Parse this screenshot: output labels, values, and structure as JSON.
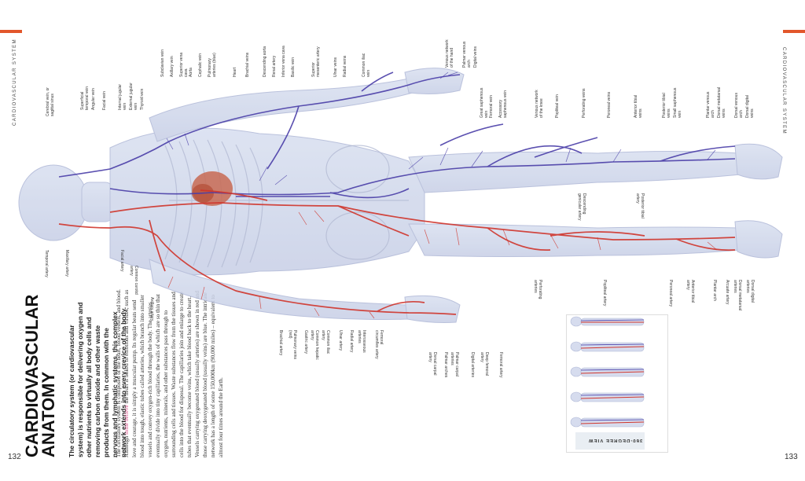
{
  "page": {
    "left_runner": "CARDIOVASCULAR SYSTEM",
    "right_runner": "CARDIOVASCULAR SYSTEM",
    "left_number": "132",
    "right_number": "133",
    "accent_color": "#e2572b"
  },
  "article": {
    "title_line1": "CARDIOVASCULAR",
    "title_line2": "ANATOMY",
    "lead": "The circulatory system (or cardiovascular system) is responsible for delivering oxygen and other nutrients to virtually all body cells and removing carbon dioxide and other waste products from them. In common with the nervous and lymphatic systems, this complex network extends into every crevice of the body.",
    "body_before": "The circulatory system is composed of the heart, blood vessels, and blood. Although ",
    "body_highlight": "some believe",
    "body_after": " the heart is linked to emotions and virtues, such as love and courage, it is simply a muscular pump. Its regular beats send blood into tough, elastic tubes called arteries, which branch into smaller vessels and convey oxygen-rich blood through the body. The arteries eventually divide into tiny capillaries, the walls of which are so thin that oxygen, nutrients, minerals, and other substances pass through to surrounding cells and tissues. Waste substances flow from the tissues and cells into the blood for disposal. The capillaries join and enlarge to create tubes that eventually become veins, which take blood back to the heart. Vessels carrying oxygenated blood (usually arteries) are shown in red and those carrying deoxygenated blood (usually veins) are blue. The intricate network has a length of some 150,000km (90,000 miles) – equivalent to almost four times around the Earth."
  },
  "labels_top": [
    "Cerebral vein, or sagittal sinus",
    "Superficial temporal vein",
    "Angular vein",
    "Facial vein",
    "Internal jugular vein",
    "External jugular vein",
    "Thyroid vein",
    "Subclavian vein",
    "Axillary vein",
    "Superior vena cava",
    "Aorta",
    "Cephalic vein",
    "Pulmonary arteries (blue)",
    "Heart",
    "Brachial veins",
    "Descending aorta",
    "Renal artery",
    "Inferior vena cava",
    "Basilic vein",
    "Superior mesenteric artery",
    "Ulnar veins",
    "Radial veins",
    "Common iliac vein",
    "Venous network of the hand",
    "Palmar venous arch",
    "Digital veins",
    "Great saphenous vein",
    "Femoral vein",
    "Accessory saphenous vein",
    "Venous network of the knee",
    "Popliteal vein",
    "Perforating veins",
    "Peroneal veins",
    "Anterior tibial veins",
    "Posterior tibial veins",
    "Small saphenous vein",
    "Plantar venous arch",
    "Dorsal metatarsal veins",
    "Dorsal venous arch",
    "Dorsal digital veins"
  ],
  "labels_bottom": [
    "Temporal artery",
    "Maxillary artery",
    "Facial artery",
    "Common carotid artery",
    "Axillary artery",
    "Brachial artery",
    "Pulmonary veins (red)",
    "Gastric artery",
    "Common hepatic artery",
    "Common iliac artery",
    "Ulnar artery",
    "Radial artery",
    "Interosseous arteries",
    "Femoral circumflex artery",
    "Dorsal carpal artery",
    "Palmar arches",
    "Palmar carpal arteries",
    "Digital arteries",
    "Deep femoral artery",
    "Femoral artery",
    "Perforating arteries",
    "Popliteal artery",
    "Descending genicular artery",
    "Posterior tibial artery",
    "Peroneal artery",
    "Anterior tibial artery",
    "Plantar arch",
    "Arcuate artery",
    "Dorsal metatarsal arteries",
    "Dorsal digital arteries"
  ],
  "inset": {
    "caption": "360-DEGREE VIEW"
  }
}
